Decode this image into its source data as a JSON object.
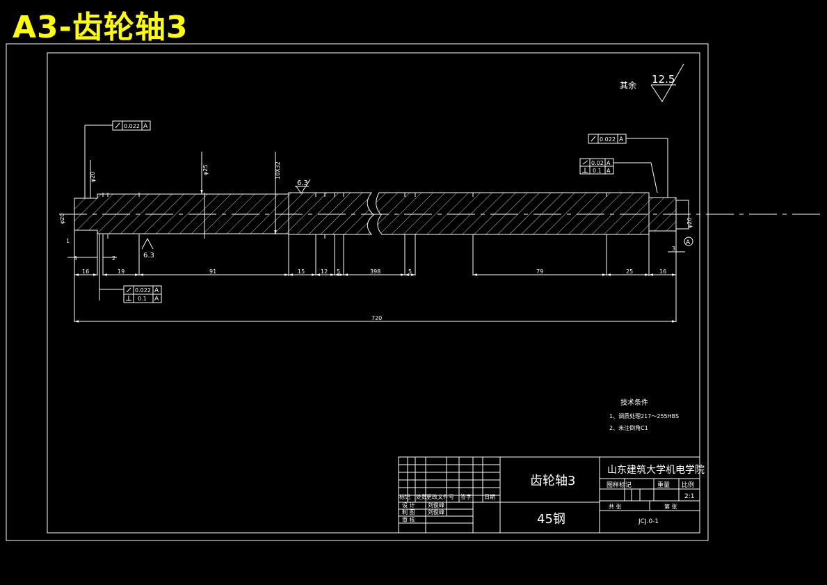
{
  "page_title": "A3-齿轮轴3",
  "roughness": {
    "label": "其余",
    "value": "12.5",
    "local_value": "6.3"
  },
  "tolerances": {
    "runout_top_left": "0.022",
    "runout_top_right": "0.022",
    "parallel_right": "0.02",
    "perp_right": "0.1",
    "runout_bottom": "0.022",
    "perp_bottom": "0.1",
    "datum": "A"
  },
  "diameters": {
    "d1": "φ20",
    "d2": "φ25",
    "d3": "10X32",
    "d4": "φ20"
  },
  "dims": {
    "d16a": "16",
    "d19": "19",
    "d91": "91",
    "d15": "15",
    "d12": "12",
    "d5a": "5",
    "d398": "398",
    "d5b": "5",
    "d79": "79",
    "d25": "25",
    "d16b": "16",
    "d720": "720",
    "d3a": "3",
    "d2": "2",
    "d1": "1",
    "d3b": "3"
  },
  "tech_notes": {
    "title": "技术条件",
    "line1": "1、调质处理217～255HBS",
    "line2": "2、未注倒角C1"
  },
  "title_block": {
    "part_name": "齿轮轴3",
    "material": "45钢",
    "school": "山东建筑大学机电学院",
    "col_mark": "标记",
    "col_count": "处数",
    "col_file": "更改文件号",
    "col_sign": "签字",
    "col_date": "日期",
    "row_design": "设 计",
    "row_draw": "制 图",
    "row_review": "审 核",
    "designer": "刘俊峰",
    "drafter": "刘俊峰",
    "stage_mark": "图样标记",
    "weight": "重量",
    "scale_label": "比例",
    "scale": "2:1",
    "total_sheets": "共 张",
    "sheet_no": "第 张",
    "drawing_no": "JCJ.0-1"
  }
}
